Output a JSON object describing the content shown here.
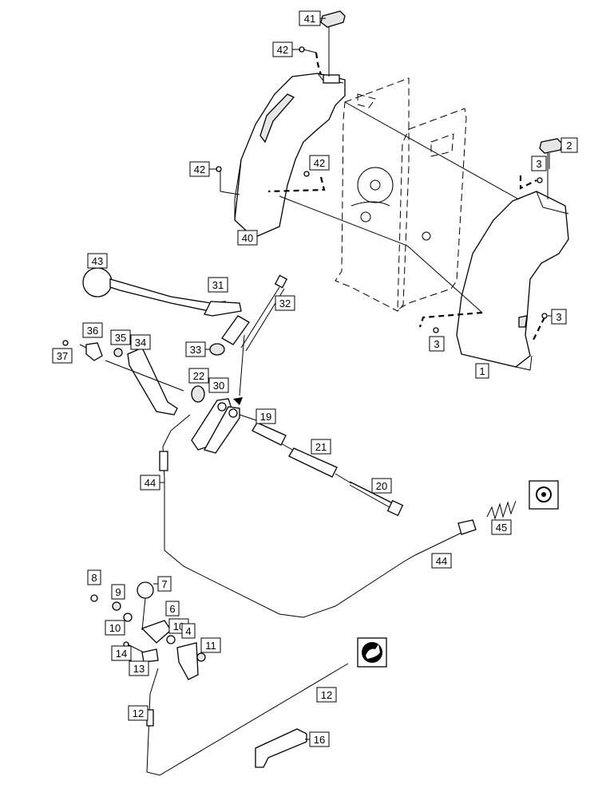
{
  "callouts": [
    {
      "id": "c41",
      "text": "41"
    },
    {
      "id": "c42a",
      "text": "42"
    },
    {
      "id": "c42b",
      "text": "42"
    },
    {
      "id": "c42c",
      "text": "42"
    },
    {
      "id": "c40",
      "text": "40"
    },
    {
      "id": "c2",
      "text": "2"
    },
    {
      "id": "c3a",
      "text": "3"
    },
    {
      "id": "c3b",
      "text": "3"
    },
    {
      "id": "c3c",
      "text": "3"
    },
    {
      "id": "c1",
      "text": "1"
    },
    {
      "id": "c43",
      "text": "43"
    },
    {
      "id": "c31",
      "text": "31"
    },
    {
      "id": "c32",
      "text": "32"
    },
    {
      "id": "c36",
      "text": "36"
    },
    {
      "id": "c35",
      "text": "35"
    },
    {
      "id": "c34",
      "text": "34"
    },
    {
      "id": "c37",
      "text": "37"
    },
    {
      "id": "c33",
      "text": "33"
    },
    {
      "id": "c22",
      "text": "22"
    },
    {
      "id": "c30",
      "text": "30"
    },
    {
      "id": "c19",
      "text": "19"
    },
    {
      "id": "c21",
      "text": "21"
    },
    {
      "id": "c44a",
      "text": "44"
    },
    {
      "id": "c20",
      "text": "20"
    },
    {
      "id": "c45",
      "text": "45"
    },
    {
      "id": "c44b",
      "text": "44"
    },
    {
      "id": "c8",
      "text": "8"
    },
    {
      "id": "c7",
      "text": "7"
    },
    {
      "id": "c9",
      "text": "9"
    },
    {
      "id": "c6",
      "text": "6"
    },
    {
      "id": "c10a",
      "text": "10"
    },
    {
      "id": "c10b",
      "text": "10"
    },
    {
      "id": "c4",
      "text": "4"
    },
    {
      "id": "c11",
      "text": "11"
    },
    {
      "id": "c14",
      "text": "14"
    },
    {
      "id": "c13",
      "text": "13"
    },
    {
      "id": "c12a",
      "text": "12"
    },
    {
      "id": "c12b",
      "text": "12"
    },
    {
      "id": "c16",
      "text": "16"
    }
  ],
  "icons": [
    "rotation-control-icon",
    "rabbit-speed-icon"
  ]
}
